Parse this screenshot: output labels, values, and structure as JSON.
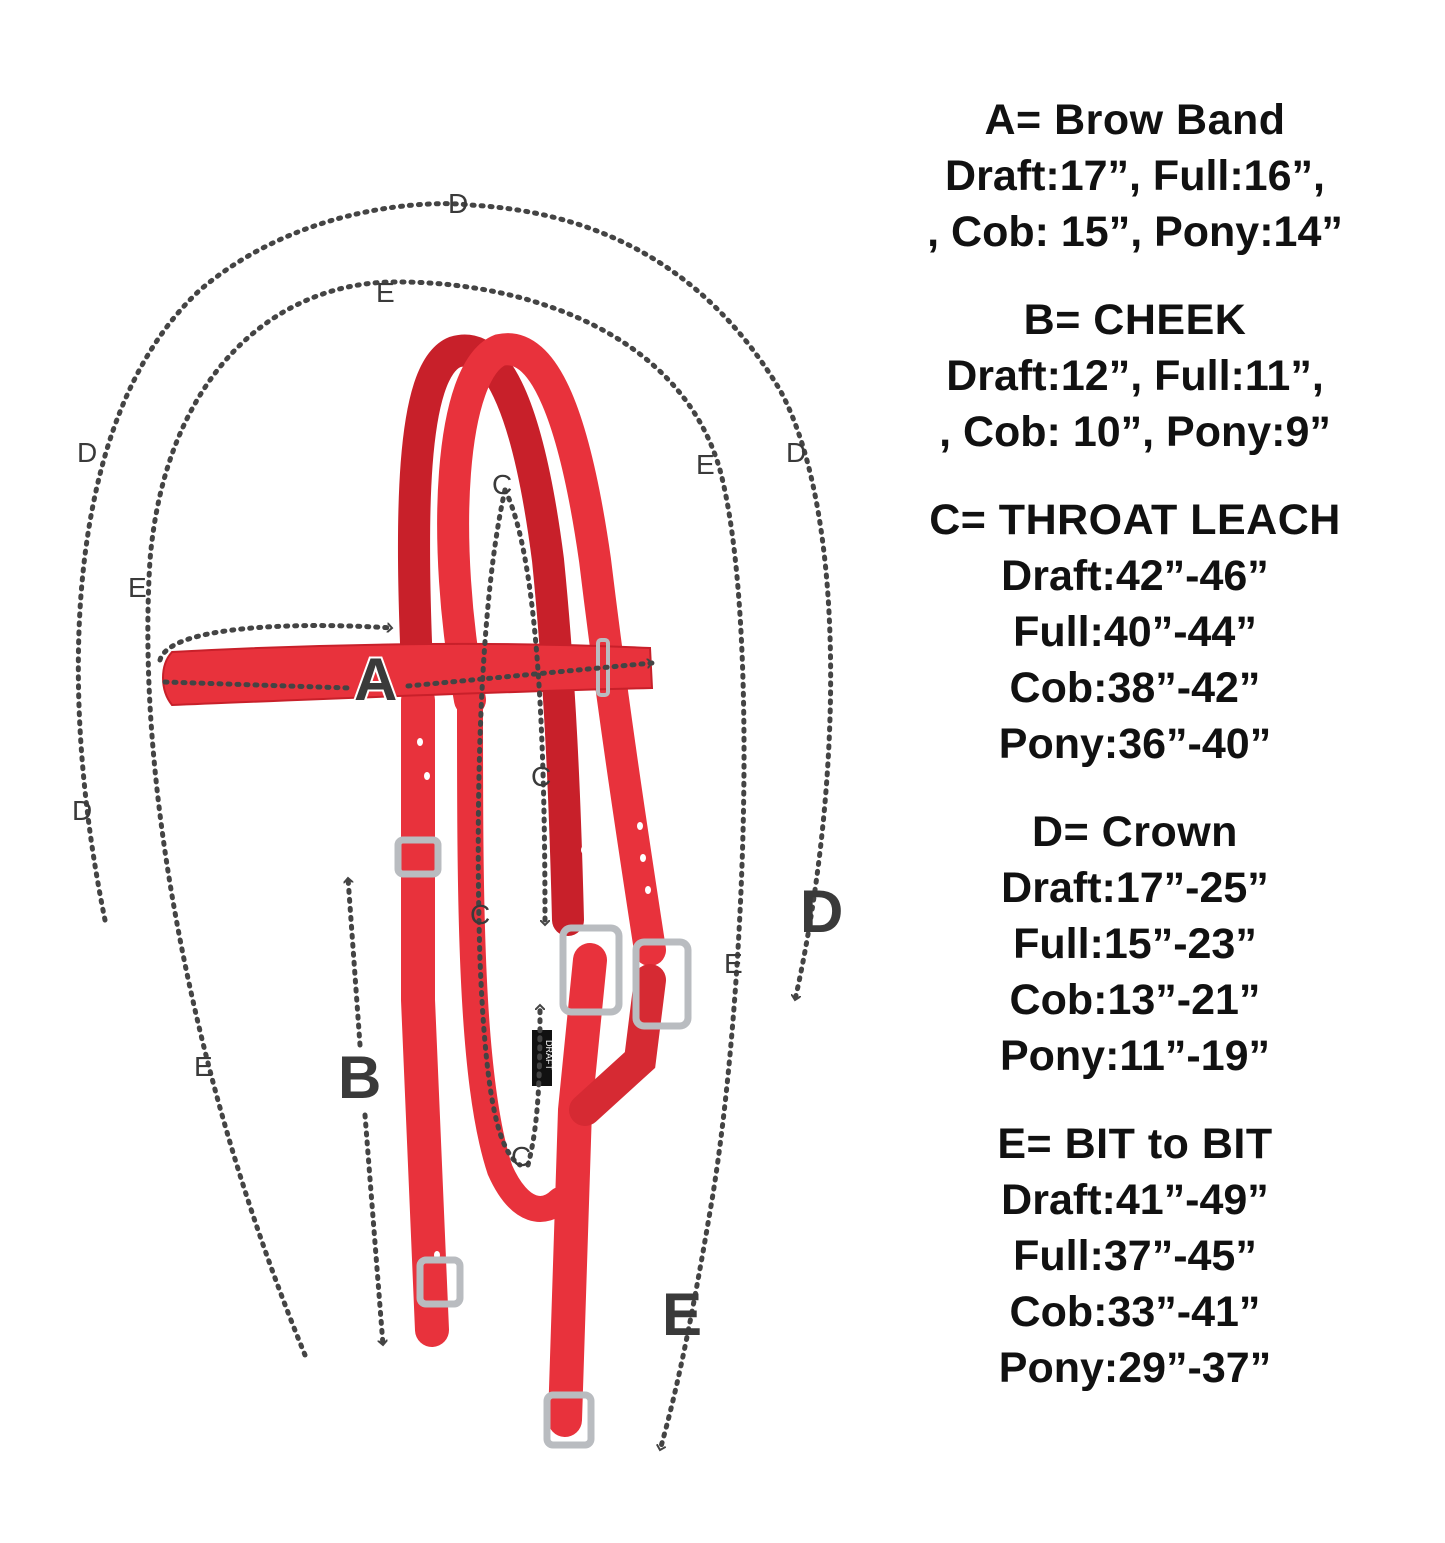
{
  "colors": {
    "strap": "#e8323c",
    "strap_dark": "#c8202a",
    "metal": "#b9bcc0",
    "dots": "#444444",
    "text": "#111111"
  },
  "labels": {
    "A": "A",
    "B": "B",
    "C": "C",
    "D": "D",
    "E": "E",
    "tag": "DRAFT"
  },
  "specs": [
    {
      "title": "A= Brow Band",
      "lines": [
        "Draft:17”, Full:16”,",
        ", Cob: 15”, Pony:14”"
      ]
    },
    {
      "title": "B= CHEEK",
      "lines": [
        "Draft:12”, Full:11”,",
        ", Cob: 10”, Pony:9”"
      ]
    },
    {
      "title": "C= THROAT LEACH",
      "lines": [
        "Draft:42”-46”",
        "Full:40”-44”",
        "Cob:38”-42”",
        "Pony:36”-40”"
      ]
    },
    {
      "title": "D= Crown",
      "lines": [
        "Draft:17”-25”",
        "Full:15”-23”",
        "Cob:13”-21”",
        "Pony:11”-19”"
      ]
    },
    {
      "title": "E= BIT to BIT",
      "lines": [
        "Draft:41”-49”",
        "Full:37”-45”",
        "Cob:33”-41”",
        "Pony:29”-37”"
      ]
    }
  ]
}
